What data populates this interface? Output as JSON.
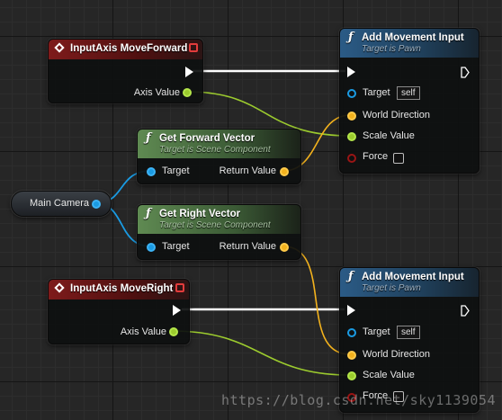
{
  "nodes": {
    "event_forward": {
      "title": "InputAxis MoveForward",
      "axis_label": "Axis Value"
    },
    "event_right": {
      "title": "InputAxis MoveRight",
      "axis_label": "Axis Value"
    },
    "add_move_1": {
      "title": "Add Movement Input",
      "subtitle": "Target is Pawn",
      "target_label": "Target",
      "target_value": "self",
      "direction_label": "World Direction",
      "scale_label": "Scale Value",
      "force_label": "Force"
    },
    "add_move_2": {
      "title": "Add Movement Input",
      "subtitle": "Target is Pawn",
      "target_label": "Target",
      "target_value": "self",
      "direction_label": "World Direction",
      "scale_label": "Scale Value",
      "force_label": "Force"
    },
    "get_forward": {
      "title": "Get Forward Vector",
      "subtitle": "Target is Scene Component",
      "target_label": "Target",
      "return_label": "Return Value"
    },
    "get_right": {
      "title": "Get Right Vector",
      "subtitle": "Target is Scene Component",
      "target_label": "Target",
      "return_label": "Return Value"
    },
    "camera": {
      "label": "Main Camera"
    }
  },
  "watermark": "https://blog.csdn.net/sky1139054",
  "colors": {
    "exec": "#ffffff",
    "float_wire": "#9ccb2e",
    "vector_wire": "#f3b21d",
    "object_wire": "#1a9be3",
    "event_header": "#7e1b1b",
    "function_header": "#2b5b86",
    "pure_header": "#5f8a52"
  },
  "icons": [
    "event-icon",
    "function-icon",
    "delegate-pin-icon",
    "exec-pin-icon",
    "data-pin-icon",
    "checkbox-icon"
  ]
}
